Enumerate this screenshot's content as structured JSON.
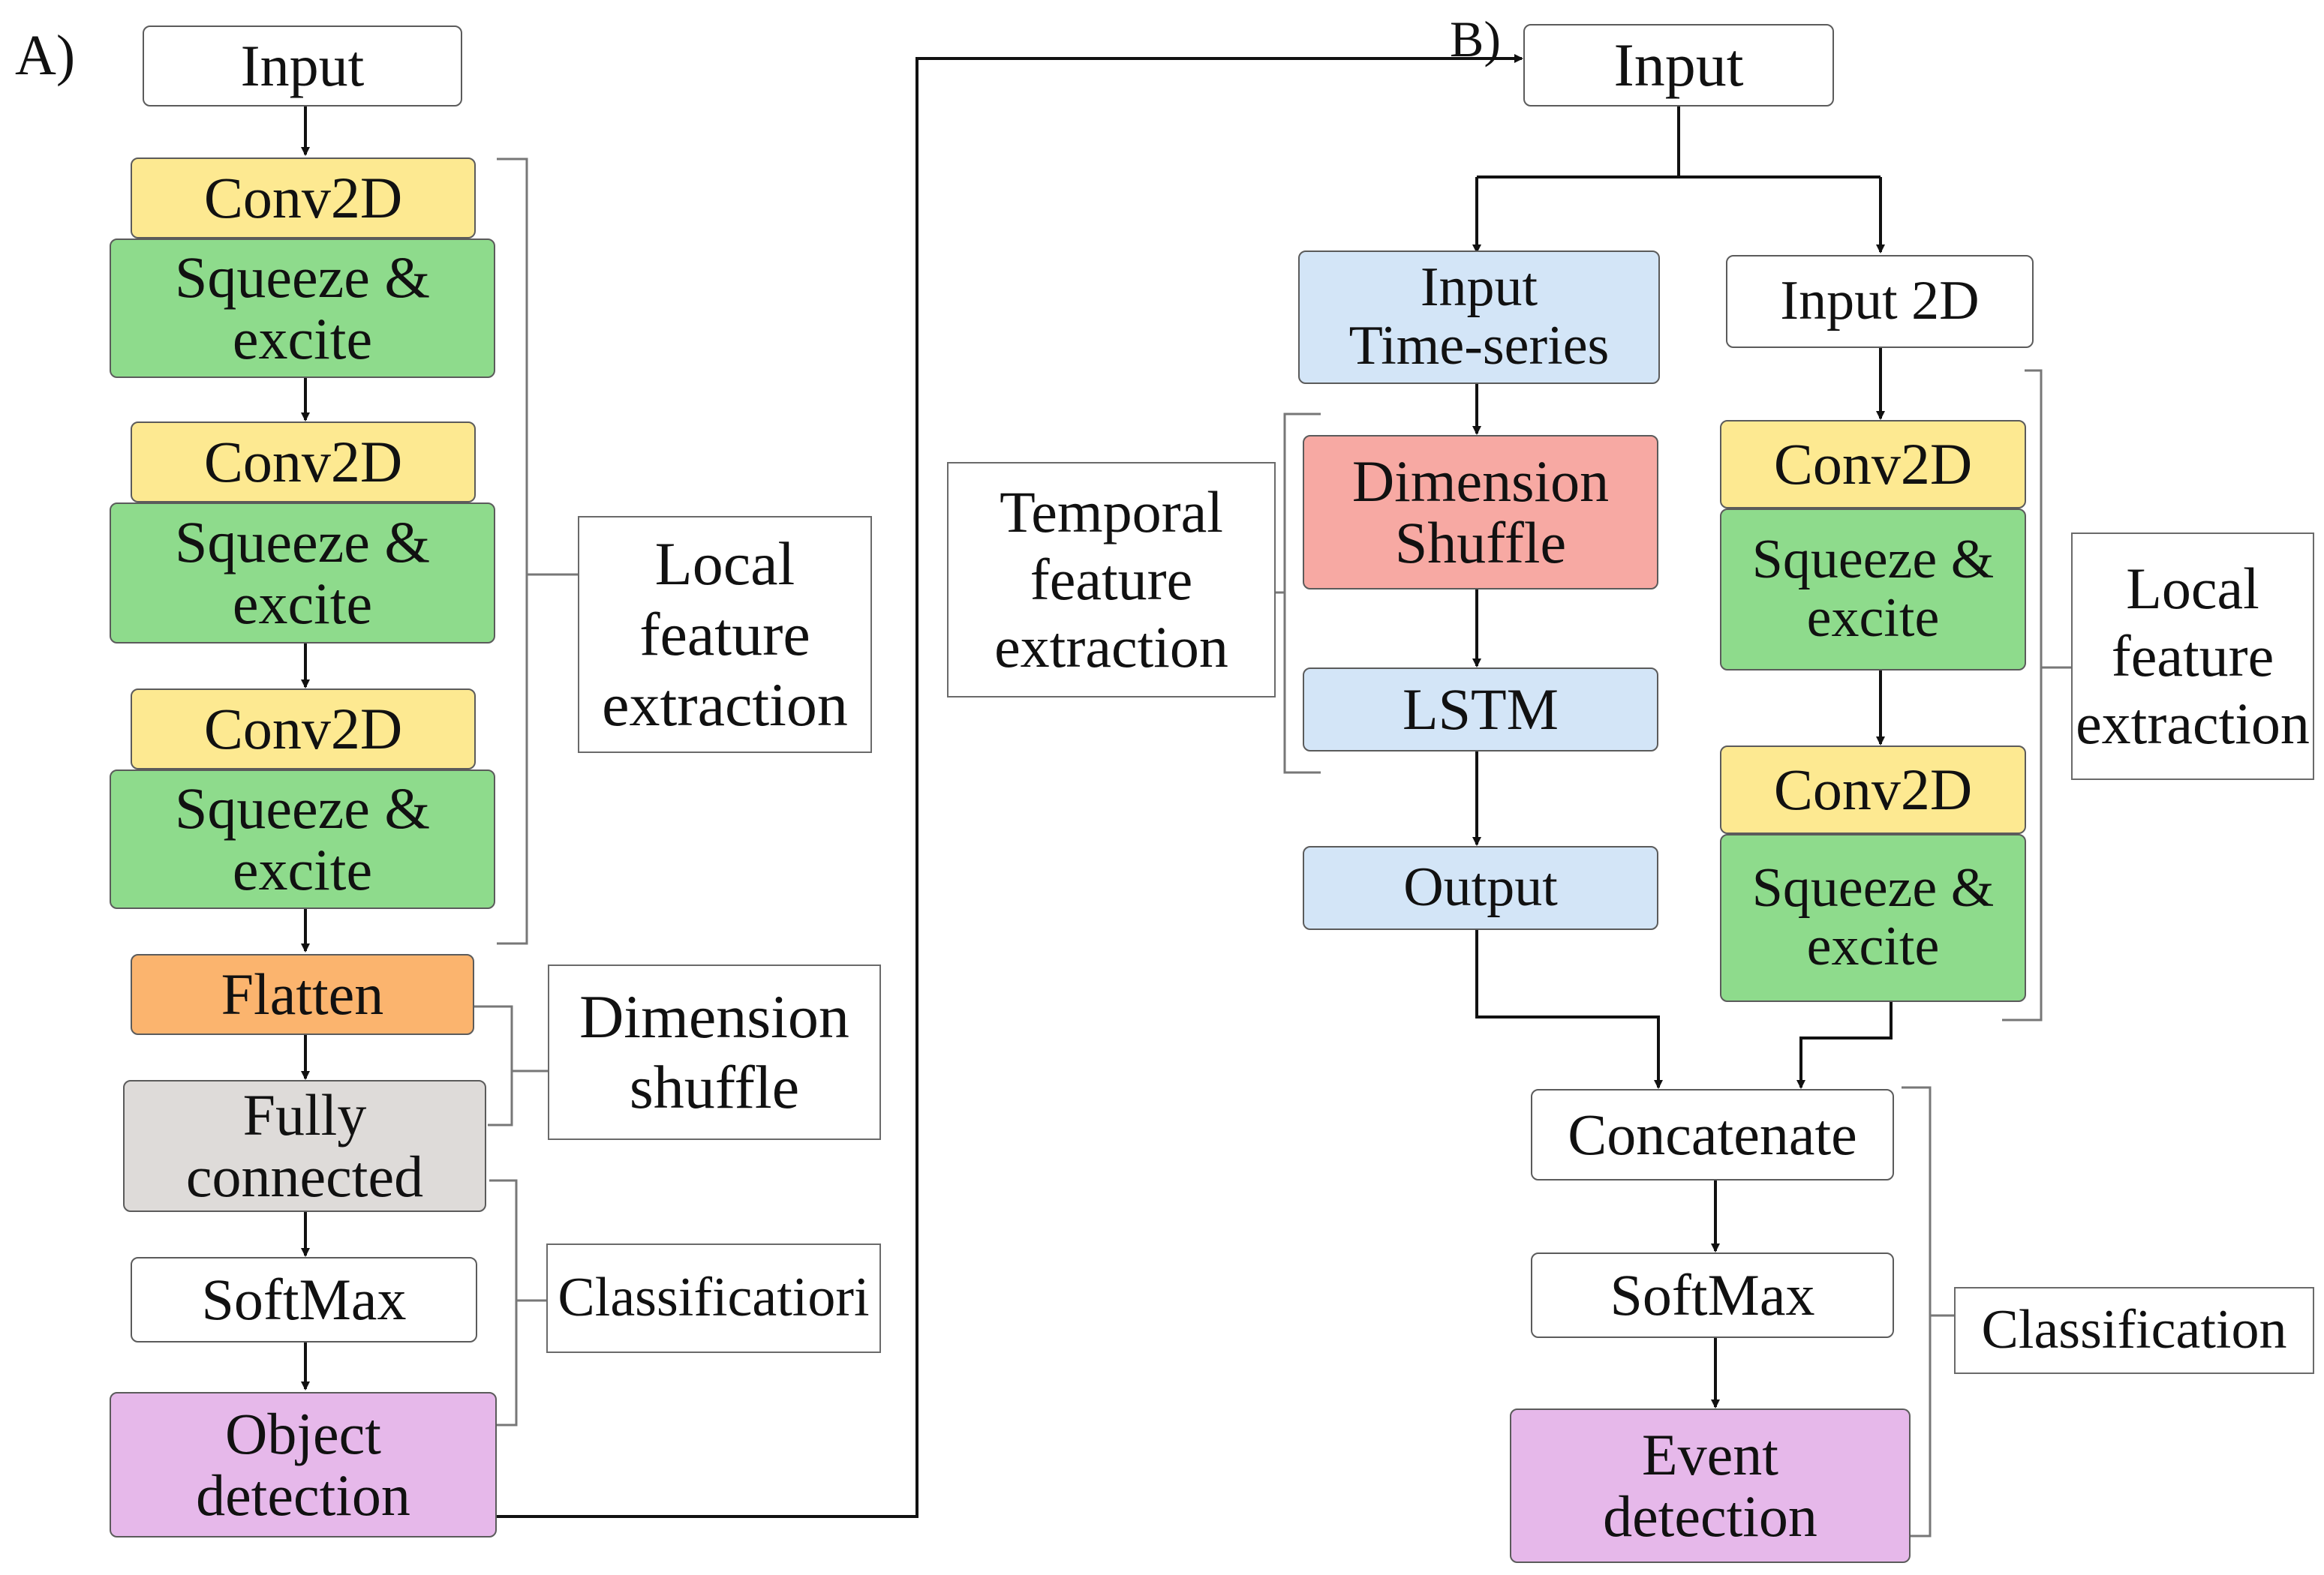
{
  "panel_a": {
    "label": "A)",
    "input": "Input",
    "conv1": "Conv2D",
    "se1": "Squeeze &\nexcite",
    "conv2": "Conv2D",
    "se2": "Squeeze &\nexcite",
    "conv3": "Conv2D",
    "se3": "Squeeze &\nexcite",
    "flatten": "Flatten",
    "fully_connected": "Fully\nconnected",
    "softmax": "SoftMax",
    "output": "Object\ndetection",
    "label_local": "Local\nfeature\nextraction",
    "label_shuffle": "Dimension\nshuffle",
    "label_class": "Classificatiori"
  },
  "panel_b": {
    "label": "B)",
    "input": "Input",
    "input_ts": "Input\nTime-series",
    "input_2d": "Input 2D",
    "dim_shuffle": "Dimension\nShuffle",
    "lstm": "LSTM",
    "ts_output": "Output",
    "conv1": "Conv2D",
    "se1": "Squeeze &\nexcite",
    "conv2": "Conv2D",
    "se2": "Squeeze &\nexcite",
    "concat": "Concatenate",
    "softmax": "SoftMax",
    "output": "Event\ndetection",
    "label_temporal": "Temporal\nfeature\nextraction",
    "label_local": "Local\nfeature\nextraction",
    "label_class": "Classification"
  },
  "colors": {
    "conv": "#fde991",
    "squeeze_excite": "#8edb8c",
    "flatten": "#fbb46e",
    "fully_connected": "#dedbd9",
    "detection": "#e6b8ea",
    "time_series": "#d3e5f7",
    "dimension_shuffle": "#f7a9a3",
    "plain": "#ffffff"
  }
}
